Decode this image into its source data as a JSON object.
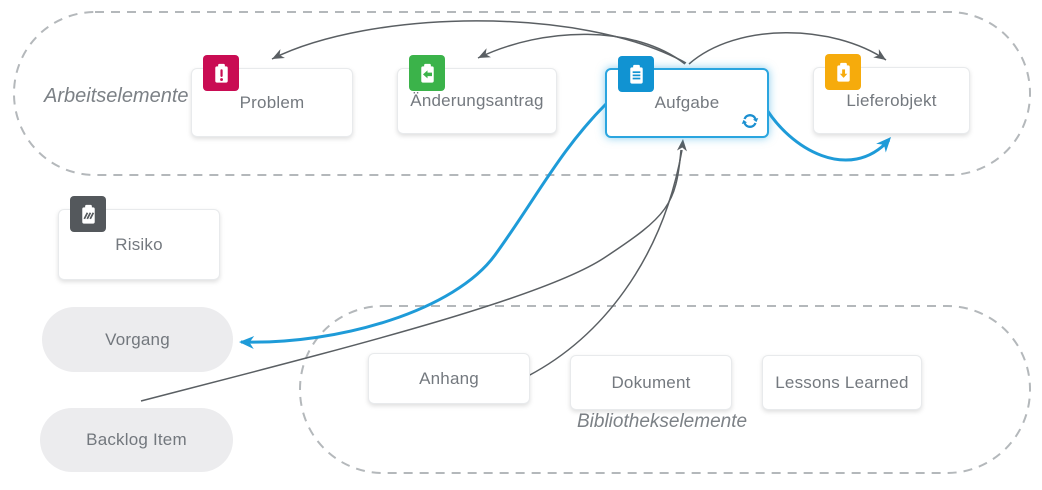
{
  "diagram": {
    "groups": {
      "work": {
        "label": "Arbeitselemente"
      },
      "library": {
        "label": "Bibliothekselemente"
      }
    },
    "nodes": {
      "problem": {
        "label": "Problem",
        "icon": "clipboard-exclamation-icon",
        "color": "#c90c53"
      },
      "aenderungsantrag": {
        "label": "Änderungsantrag",
        "icon": "clipboard-arrow-left-icon",
        "color": "#3bb34a"
      },
      "aufgabe": {
        "label": "Aufgabe",
        "icon": "clipboard-list-icon",
        "color": "#1193d2",
        "selected": true,
        "overlay_icon": "sync-icon"
      },
      "lieferobjekt": {
        "label": "Lieferobjekt",
        "icon": "clipboard-arrow-down-icon",
        "color": "#f6ab0c"
      },
      "risiko": {
        "label": "Risiko",
        "icon": "clipboard-hatch-icon",
        "color": "#54585c"
      },
      "vorgang": {
        "label": "Vorgang"
      },
      "backlog_item": {
        "label": "Backlog Item"
      },
      "anhang": {
        "label": "Anhang"
      },
      "dokument": {
        "label": "Dokument"
      },
      "lessons_learned": {
        "label": "Lessons Learned"
      }
    },
    "edges": [
      {
        "from": "aufgabe",
        "to": "problem",
        "style": "gray"
      },
      {
        "from": "aufgabe",
        "to": "aenderungsantrag",
        "style": "gray"
      },
      {
        "from": "aufgabe",
        "to": "lieferobjekt",
        "style": "gray"
      },
      {
        "from": "aufgabe",
        "to": "vorgang",
        "style": "blue"
      },
      {
        "from": "aufgabe",
        "to": "lieferobjekt",
        "style": "blue"
      },
      {
        "from": "anhang",
        "to": "aufgabe",
        "style": "gray"
      },
      {
        "from": "backlog_item",
        "to": "aufgabe",
        "style": "gray"
      }
    ],
    "colors": {
      "edge_gray": "#5a5f63",
      "edge_blue": "#1e9bd8",
      "dash_border": "#b4b8bb",
      "selected_border": "#2aa5df",
      "sync_blue": "#1b8fd0"
    }
  }
}
